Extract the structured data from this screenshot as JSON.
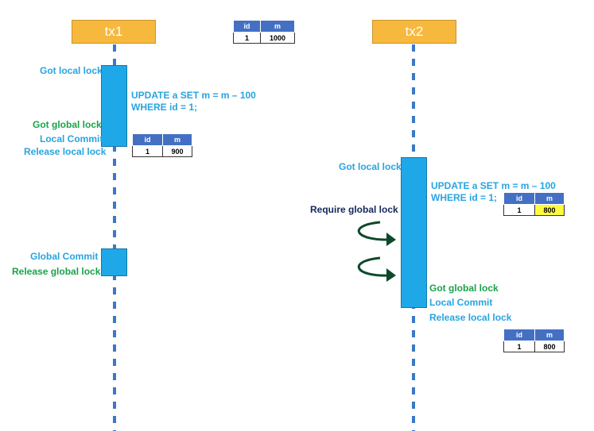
{
  "tx1": {
    "title": "tx1",
    "phase1": {
      "got_local_lock": "Got local lock",
      "sql_line1": "UPDATE a SET m = m – 100",
      "sql_line2": "WHERE id = 1;",
      "got_global_lock": "Got global lock",
      "local_commit": "Local Commit",
      "release_local_lock": "Release local lock"
    },
    "phase2": {
      "global_commit": "Global Commit",
      "release_global_lock": "Release global lock"
    },
    "result_table": {
      "headers": [
        "id",
        "m"
      ],
      "row": [
        "1",
        "900"
      ]
    }
  },
  "initial_table": {
    "headers": [
      "id",
      "m"
    ],
    "row": [
      "1",
      "1000"
    ]
  },
  "tx2": {
    "title": "tx2",
    "got_local_lock": "Got local lock",
    "sql_line1": "UPDATE a SET m = m – 100",
    "sql_line2": "WHERE id = 1;",
    "require_global_lock": "Require global lock",
    "got_global_lock": "Got global lock",
    "local_commit": "Local Commit",
    "release_local_lock": "Release local lock",
    "pending_table": {
      "headers": [
        "id",
        "m"
      ],
      "row": [
        "1",
        "800"
      ]
    },
    "final_table": {
      "headers": [
        "id",
        "m"
      ],
      "row": [
        "1",
        "800"
      ]
    }
  },
  "colors": {
    "header": "#f7b83e",
    "activation": "#1ea8e8",
    "label_blue": "#27a4e0",
    "label_green": "#1aa34a",
    "label_navy": "#14285c",
    "arrow": "#0d4a2a",
    "table_header": "#4470c4",
    "highlight": "#fffb3c"
  }
}
